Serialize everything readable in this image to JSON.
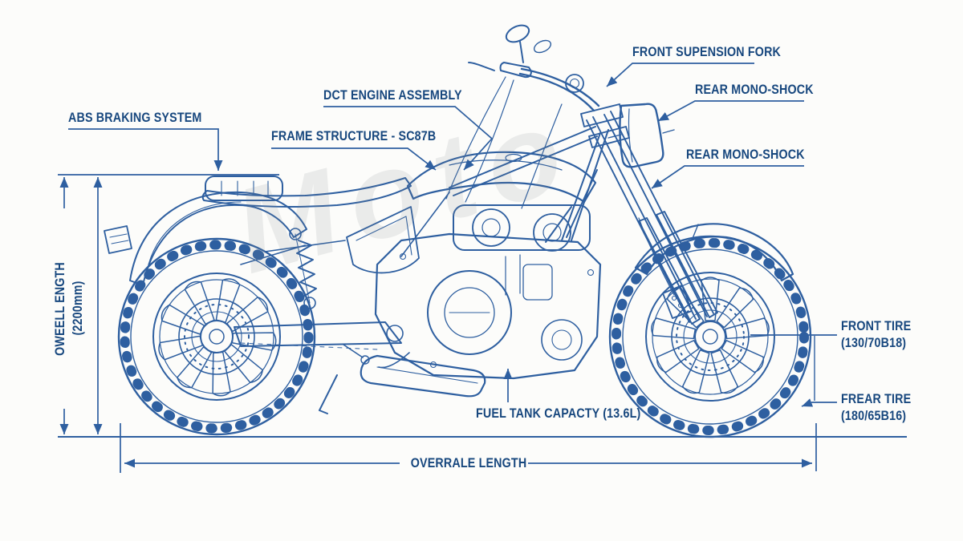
{
  "colors": {
    "line": "#2e5fa0",
    "label_text": "#17477e",
    "background": "#fcfcfa"
  },
  "watermark": "Moto",
  "callouts": {
    "abs": "ABS BRAKING SYSTEM",
    "dct": "DCT ENGINE ASSEMBLY",
    "frame": "FRAME STRUCTURE - SC87B",
    "front_fork": "FRONT SUPENSION FORK",
    "rear_mono_shock_upper": "REAR MONO-SHOCK",
    "rear_mono_shock_lower": "REAR MONO-SHOCK",
    "front_tire_name": "FRONT TIRE",
    "front_tire_size": "(130/70B18)",
    "rear_tire_name": "FREAR TIRE",
    "rear_tire_size": "(180/65B16)",
    "fuel_tank": "FUEL TANK CAPACTY (13.6L)"
  },
  "dimensions": {
    "overall_length_bottom": "OVERRALE LENGTH",
    "overall_length_left_name": "OWEELL ENGTH",
    "overall_length_left_value": "(2200mm)"
  }
}
